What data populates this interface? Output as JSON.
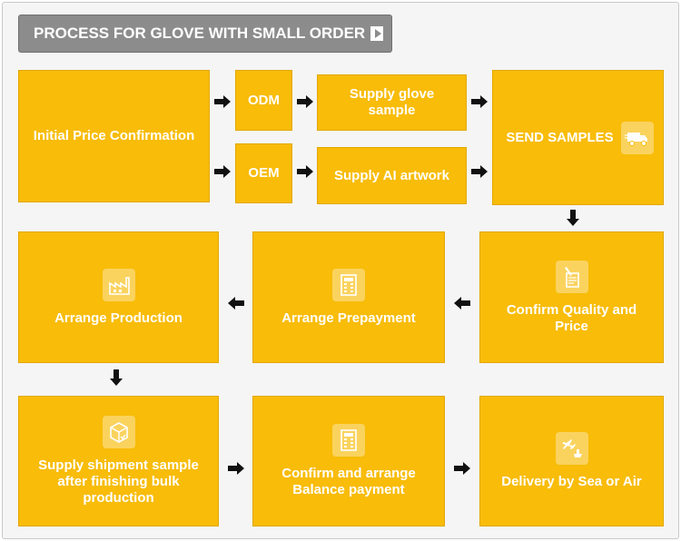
{
  "title": "PROCESS FOR GLOVE WITH SMALL ORDER",
  "nodes": {
    "initial_price": "Initial Price Confirmation",
    "odm": "ODM",
    "oem": "OEM",
    "supply_glove_sample": "Supply glove sample",
    "supply_ai_artwork": "Supply AI artwork",
    "send_samples": "SEND SAMPLES",
    "confirm_quality": "Confirm Quality and Price",
    "arrange_prepayment": "Arrange Prepayment",
    "arrange_production": "Arrange Production",
    "supply_shipment_sample": "Supply shipment sample after finishing bulk production",
    "confirm_balance": "Confirm and arrange Balance payment",
    "delivery": "Delivery by Sea or Air"
  },
  "icons": {
    "send_samples": "delivery-truck-icon",
    "confirm_quality": "pen-document-icon",
    "arrange_prepayment": "calculator-icon",
    "arrange_production": "factory-icon",
    "supply_shipment_sample": "package-box-icon",
    "confirm_balance": "calculator-icon",
    "delivery": "plane-ship-icon"
  },
  "colors": {
    "box_fill": "#f8bc09",
    "title_bar": "#8c8c8c",
    "arrow": "#111111"
  }
}
